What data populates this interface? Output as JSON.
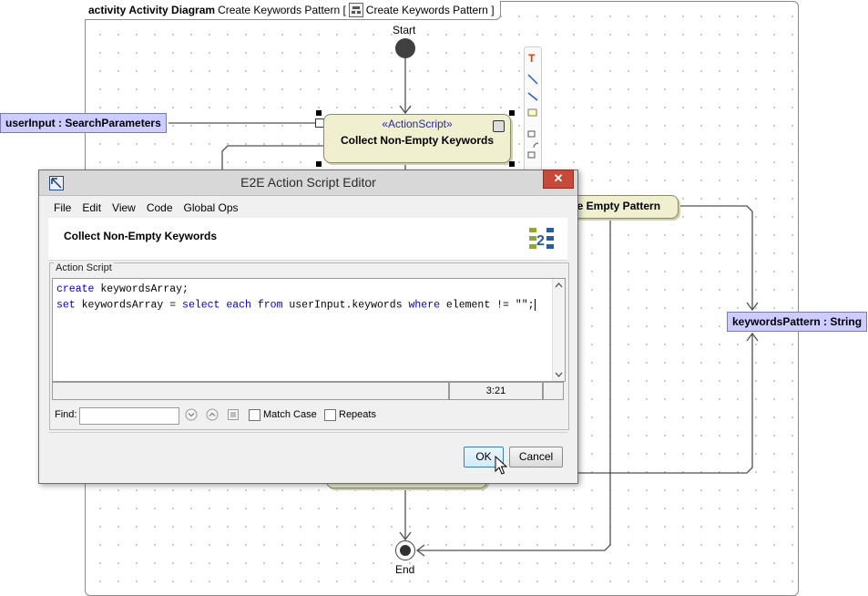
{
  "frame": {
    "kind": "activity",
    "type": "Activity Diagram",
    "name": "Create Keywords Pattern [",
    "link": "Create Keywords Pattern ]"
  },
  "nodes": {
    "start_label": "Start",
    "end_label": "End",
    "input_pin": "userInput : SearchParameters",
    "output_pin": "keywordsPattern : String",
    "action1_stereotype": "«ActionScript»",
    "action1_name": "Collect Non-Empty Keywords",
    "action2_name": "ate Empty Pattern"
  },
  "dialog": {
    "title": "E2E Action Script Editor",
    "close": "✕",
    "menu": [
      "File",
      "Edit",
      "View",
      "Code",
      "Global Ops"
    ],
    "action_name": "Collect Non-Empty Keywords",
    "logo": "E2E",
    "section_label": "Action Script",
    "code": {
      "line1": {
        "kw": "create",
        "rest": " keywordsArray;"
      },
      "line2": {
        "kw1": "set",
        "mid1": " keywordsArray = ",
        "kw2": "select each from",
        "mid2": " userInput.keywords ",
        "kw3": "where",
        "rest": " element != \"\";"
      }
    },
    "cursor_position": "3:21",
    "find_label": "Find:",
    "find_value": "",
    "match_case_label": "Match Case",
    "repeats_label": "Repeats",
    "ok_label": "OK",
    "cancel_label": "Cancel"
  },
  "colors": {
    "pin": "#ccccff",
    "action": "#f0efd0",
    "keyword": "#0000c0",
    "close_button": "#c7493a"
  }
}
